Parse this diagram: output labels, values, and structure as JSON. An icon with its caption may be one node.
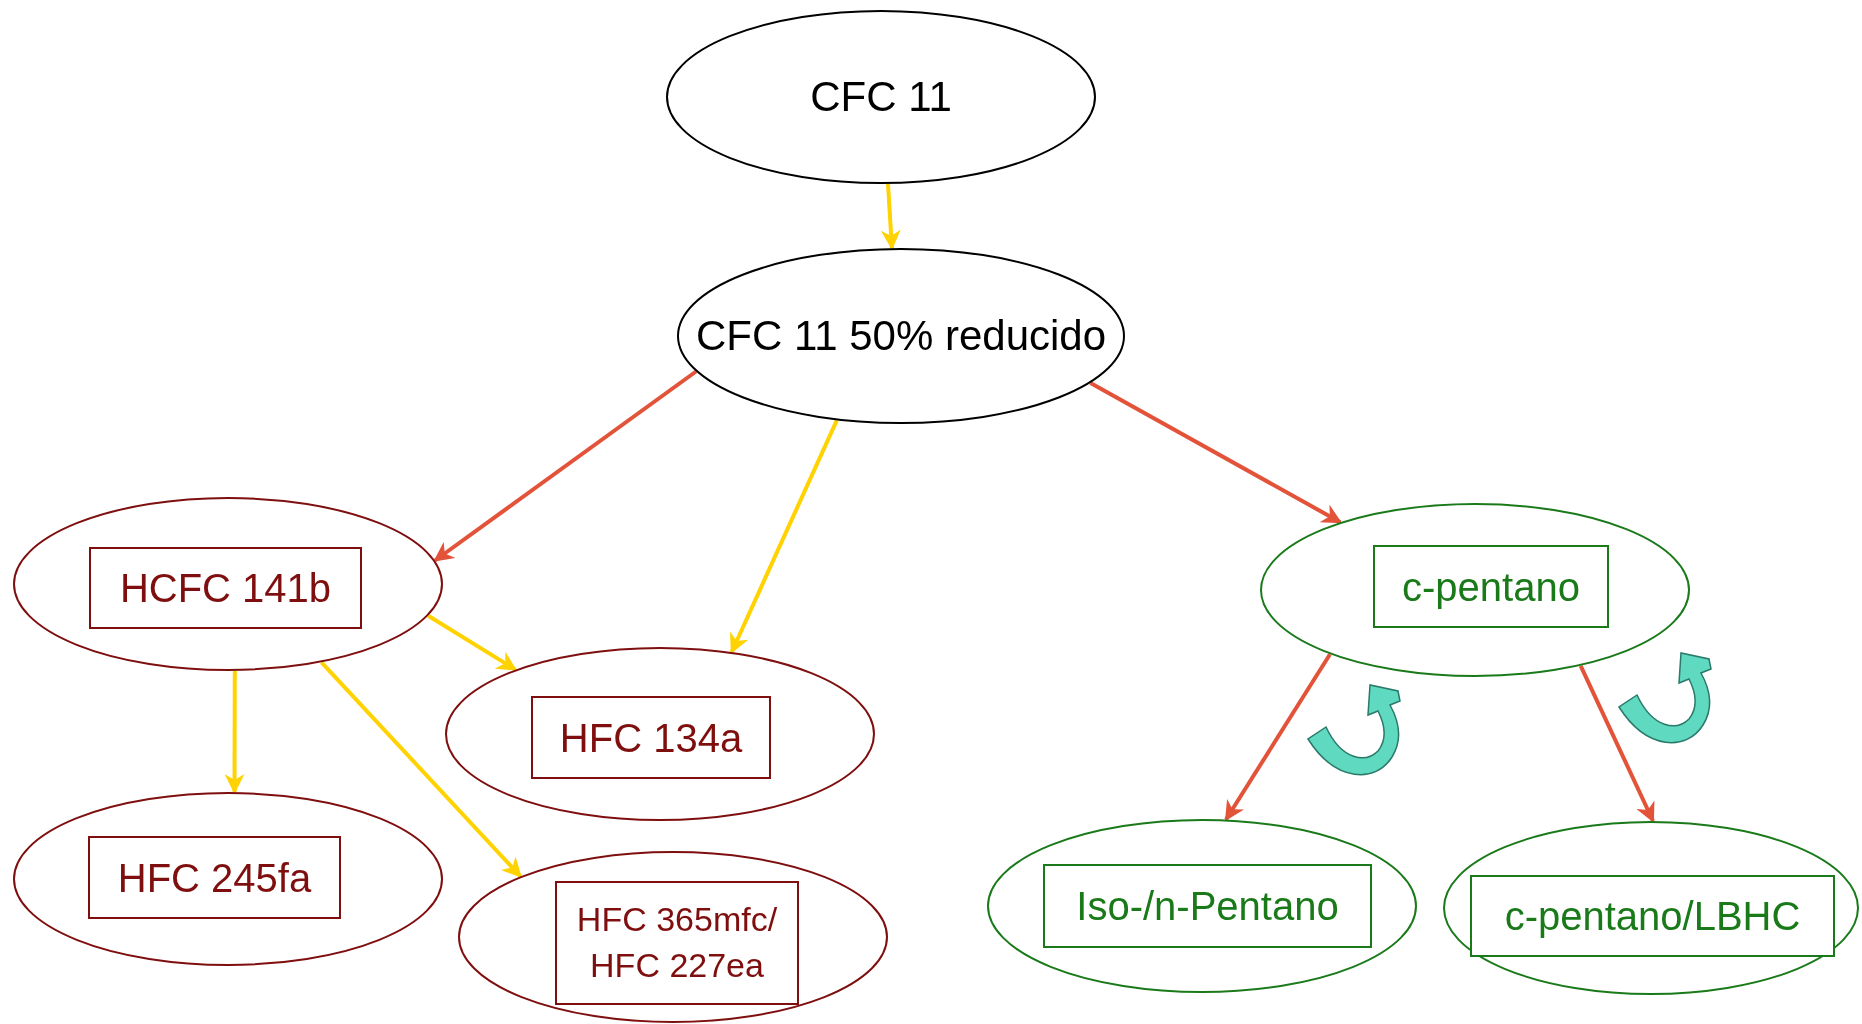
{
  "diagram": {
    "nodes": [
      {
        "text": [
          "CFC 11"
        ]
      },
      {
        "text": [
          "CFC 11 50% reducido"
        ]
      },
      {
        "text": [],
        "shape": "ellipse"
      },
      {
        "text": [
          "HCFC 141b"
        ],
        "in": 2
      },
      {
        "text": [],
        "shape": "ellipse"
      },
      {
        "text": [
          "c-pentano"
        ],
        "in": 4
      },
      {
        "text": [],
        "shape": "ellipse"
      },
      {
        "text": [
          "HFC 134a"
        ],
        "in": 6
      },
      {
        "text": [],
        "shape": "ellipse"
      },
      {
        "text": [
          "HFC 245fa"
        ],
        "in": 8
      },
      {
        "text": [],
        "shape": "ellipse"
      },
      {
        "text": [
          "Iso-/n-Pentano"
        ],
        "in": 10
      },
      {
        "text": [],
        "shape": "ellipse"
      },
      {
        "text": [
          "c-pentano/LBHC"
        ],
        "in": 12
      },
      {
        "text": [],
        "shape": "ellipse"
      },
      {
        "text": [
          "HFC 365mfc/ HFC 227ea"
        ],
        "in": 14
      }
    ],
    "edges": [
      {
        "from": 0,
        "to": 1,
        "arrow": "to"
      },
      {
        "from": 1,
        "to": 2,
        "arrow": "to",
        "color": "#e2533a"
      },
      {
        "from": 1,
        "to": 6,
        "arrow": "to"
      },
      {
        "from": 1,
        "to": 4,
        "arrow": "to",
        "color": "#e2533a"
      },
      {
        "from": 2,
        "to": 6,
        "arrow": "to"
      },
      {
        "from": 2,
        "to": 8,
        "arrow": "to"
      },
      {
        "from": 2,
        "to": 14,
        "arrow": "to"
      },
      {
        "from": 4,
        "to": 10,
        "arrow": "to",
        "color": "#e2533a"
      },
      {
        "from": 4,
        "to": 12,
        "arrow": "to",
        "color": "#e2533a"
      }
    ]
  }
}
